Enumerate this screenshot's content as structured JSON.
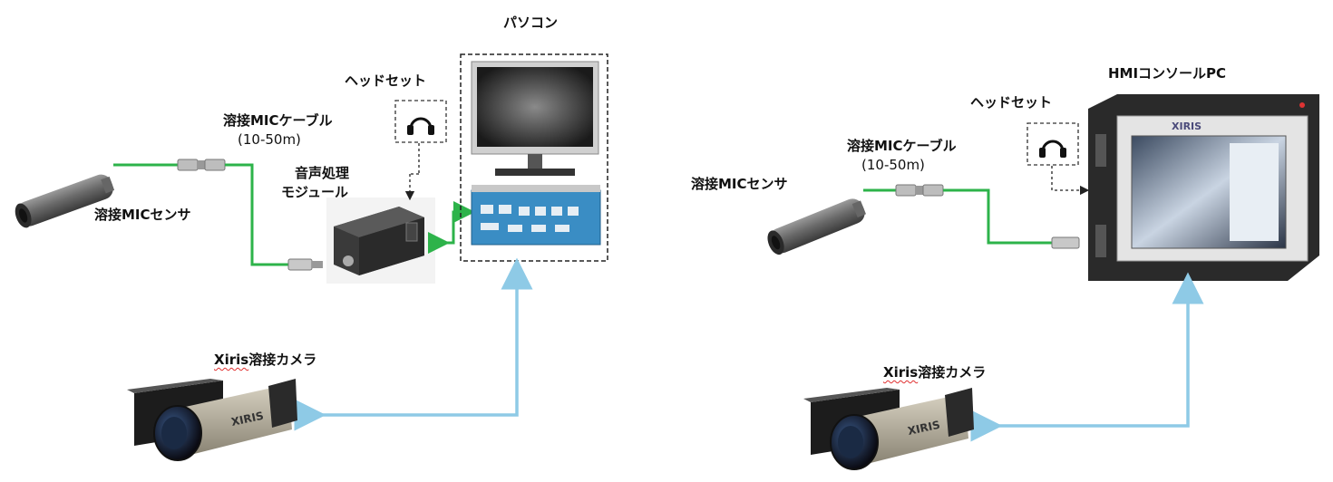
{
  "left": {
    "pc_label": "パソコン",
    "headset_label": "ヘッドセット",
    "cable_label": "溶接MICケーブル",
    "cable_length": "(10-50m)",
    "module_label_1": "音声処理",
    "module_label_2": "モジュール",
    "sensor_label": "溶接MICセンサ",
    "camera_label_xiris": "Xiris",
    "camera_label_rest": "溶接カメラ"
  },
  "right": {
    "pc_label": "HMIコンソールPC",
    "headset_label": "ヘッドセット",
    "cable_label": "溶接MICケーブル",
    "cable_length": "(10-50m)",
    "sensor_label": "溶接MICセンサ",
    "camera_label_xiris": "Xiris",
    "camera_label_rest": "溶接カメラ"
  },
  "colors": {
    "cable_green": "#2db34a",
    "camera_link_blue": "#8ecae6"
  },
  "icons": [
    "headphone-icon",
    "mic-sensor-icon",
    "connector-icon",
    "camera-icon",
    "monitor-icon",
    "console-icon"
  ]
}
